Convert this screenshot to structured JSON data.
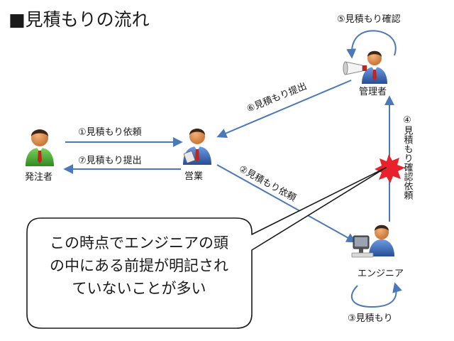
{
  "title": "■見積もりの流れ",
  "nodes": {
    "client": "発注者",
    "sales": "営業",
    "manager": "管理者",
    "engineer": "エンジニア"
  },
  "steps": {
    "s1": "①見積もり依頼",
    "s2": "②見積もり依頼",
    "s3": "③見積もり",
    "s4": "④見積もり確認依頼",
    "s5": "⑤見積もり確認",
    "s6": "⑥見積もり提出",
    "s7": "⑦見積もり提出"
  },
  "callout": {
    "line1": "この時点でエンジニアの頭",
    "line2": "の中にある前提が明記され",
    "line3": "ていないことが多い"
  },
  "colors": {
    "arrow": "#4a78b8",
    "person_green": "#3a9a2a",
    "person_blue": "#2d5fae",
    "skin": "#d68a4a",
    "hair": "#3b2516",
    "tie": "#c0261e",
    "burst": "#e8212a"
  },
  "icons": {
    "person": "person-icon",
    "megaphone": "megaphone-icon",
    "computer": "computer-icon",
    "burst": "burst-icon"
  }
}
